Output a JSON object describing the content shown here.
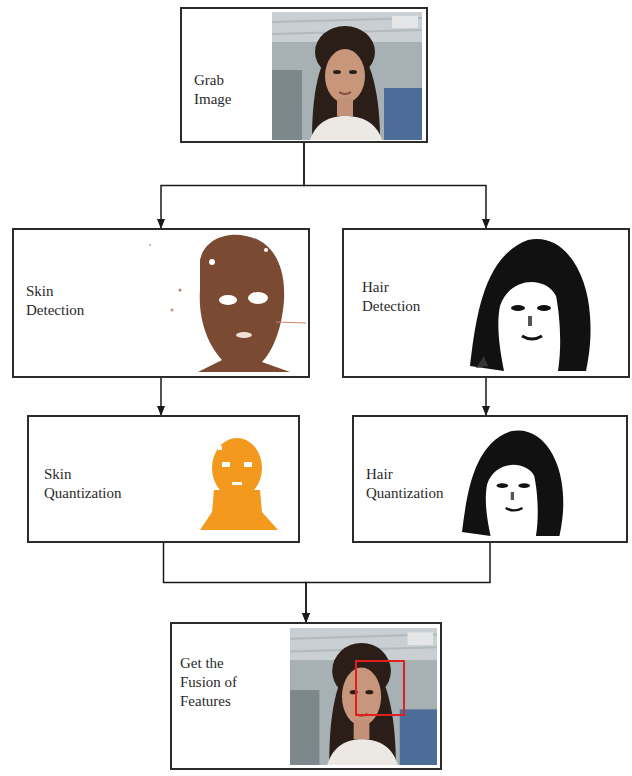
{
  "diagram": {
    "nodes": [
      {
        "text": [
          "Grab Image"
        ]
      },
      {
        "text": [
          "Skin Detection"
        ]
      },
      {
        "text": [
          "Hair Detection"
        ]
      },
      {
        "text": [
          "Skin Quantization"
        ]
      },
      {
        "text": [
          "Hair Quantization"
        ]
      },
      {
        "text": [
          "Get the Fusion of Features"
        ]
      }
    ],
    "edges": [
      {
        "from": 0,
        "to": 1,
        "arrow": "to"
      },
      {
        "from": 0,
        "to": 2,
        "arrow": "to"
      },
      {
        "from": 1,
        "to": 3,
        "arrow": "to"
      },
      {
        "from": 2,
        "to": 4,
        "arrow": "to"
      },
      {
        "from": 3,
        "to": 5,
        "arrow": "to"
      },
      {
        "from": 4,
        "to": 5,
        "arrow": "to"
      }
    ]
  }
}
